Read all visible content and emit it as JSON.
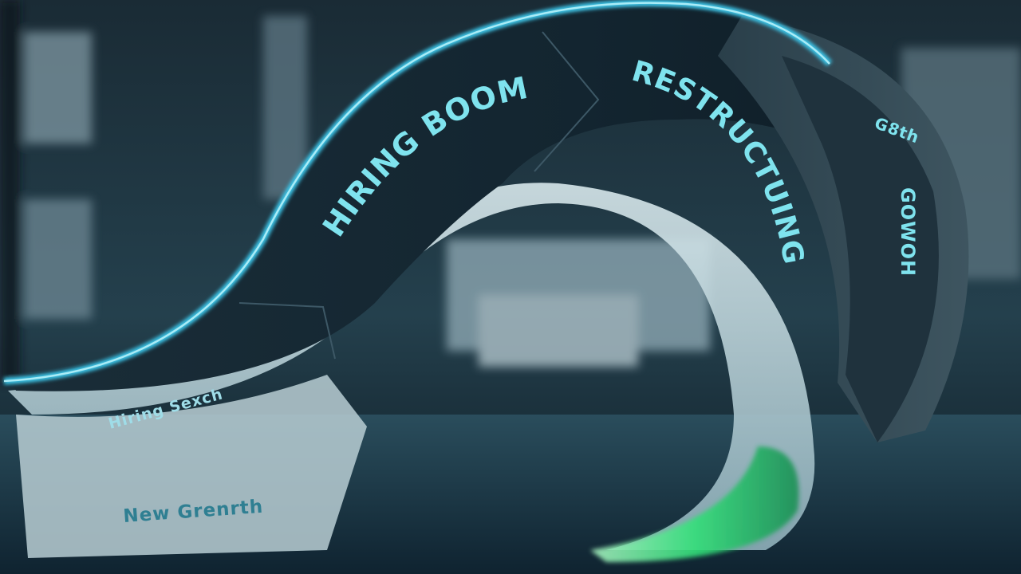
{
  "scene": {
    "subject": "curved 3D arrow sculpture with four labeled segments",
    "colors": {
      "background_dark": "#0f1c24",
      "window_light": "#9fb4bf",
      "band_dark": "#14232d",
      "glass": "#c9dde3",
      "cyan_edge": "#3bc3e6",
      "label_cyan": "#7fe3ee",
      "green_glow": "#34e07a"
    }
  },
  "labels": {
    "hiring_boom": "HIRING BOOM",
    "restructuring": "RESTRUCTUING",
    "growth": "GOWOH",
    "growth_small": "G8th",
    "hiring_season": "Hiring Sexch",
    "new_growth": "New Grenrth"
  }
}
